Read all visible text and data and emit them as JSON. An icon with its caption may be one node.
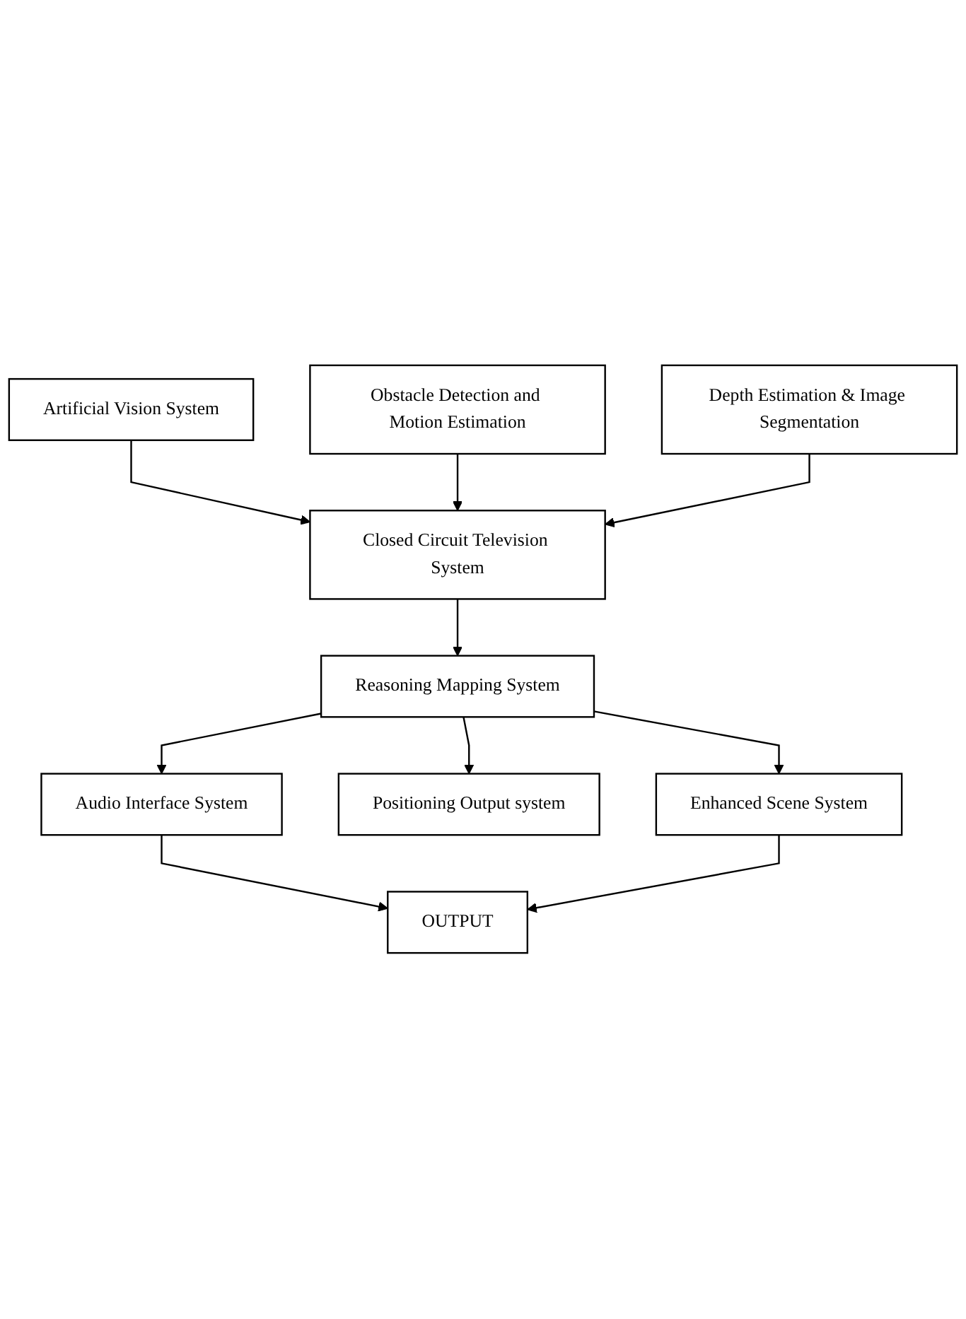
{
  "diagram": {
    "nodes": [
      {
        "text": [
          "Artificial Vision System"
        ]
      },
      {
        "text": [
          "Obstacle Detection and Motion Estimation"
        ]
      },
      {
        "text": [
          "Depth Estimation & Image Segmentation"
        ]
      },
      {
        "text": [
          "Closed Circuit Television System"
        ]
      },
      {
        "text": [
          "Reasoning Mapping System"
        ]
      },
      {
        "text": [
          "Audio Interface System"
        ]
      },
      {
        "text": [
          "Positioning Output system"
        ]
      },
      {
        "text": [
          "Enhanced Scene System"
        ]
      },
      {
        "text": [
          "OUTPUT"
        ]
      }
    ],
    "edges": [
      {
        "from": 0,
        "to": 3,
        "arrow": "to"
      },
      {
        "from": 1,
        "to": 3,
        "arrow": "to"
      },
      {
        "from": 2,
        "to": 3,
        "arrow": "to"
      },
      {
        "from": 3,
        "to": 4,
        "arrow": "to"
      },
      {
        "from": 4,
        "to": 5,
        "arrow": "to"
      },
      {
        "from": 4,
        "to": 6,
        "arrow": "to"
      },
      {
        "from": 4,
        "to": 7,
        "arrow": "to"
      },
      {
        "from": 5,
        "to": 8,
        "arrow": "to"
      },
      {
        "from": 7,
        "to": 8,
        "arrow": "to"
      }
    ]
  }
}
